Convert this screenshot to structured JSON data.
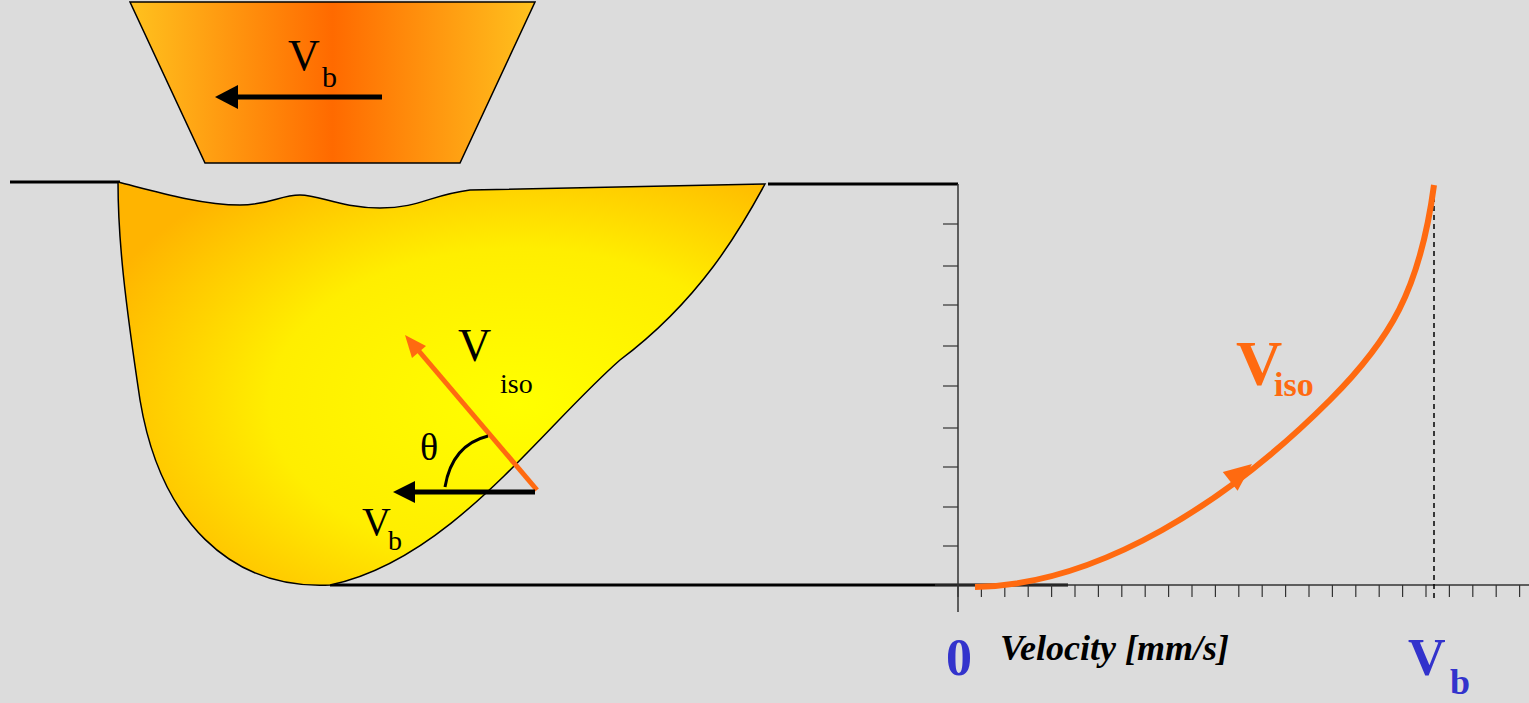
{
  "diagram": {
    "nodes": [
      {
        "text": [
          "V",
          "b"
        ]
      },
      {
        "text": [
          "V",
          "iso",
          "θ",
          "V",
          "b"
        ]
      }
    ],
    "labels": [
      "V",
      "iso",
      "0",
      "Velocity [mm/s]",
      "V",
      "b"
    ]
  }
}
